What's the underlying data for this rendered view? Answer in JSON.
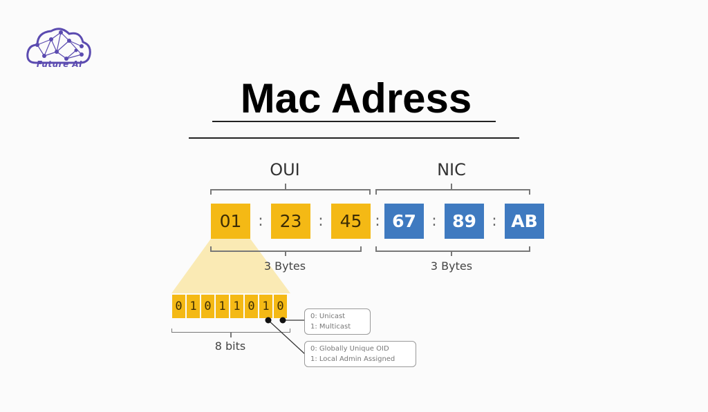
{
  "brand": {
    "logo_text": "Future AI",
    "logo_icon": "cloud-network-icon",
    "color": "#5b4bb0"
  },
  "title": "Mac Adress",
  "diagram": {
    "oui": {
      "label": "OUI",
      "bytes": [
        "01",
        "23",
        "45"
      ],
      "size_label": "3 Bytes",
      "color": "#f4b915"
    },
    "nic": {
      "label": "NIC",
      "bytes": [
        "67",
        "89",
        "AB"
      ],
      "size_label": "3 Bytes",
      "color": "#3f7ac0"
    },
    "separator": ":",
    "first_byte_bits": {
      "bits": [
        "0",
        "1",
        "0",
        "1",
        "1",
        "0",
        "1",
        "0"
      ],
      "size_label": "8 bits"
    },
    "legends": [
      {
        "lines": [
          "0: Unicast",
          "1: Multicast"
        ]
      },
      {
        "lines": [
          "0: Globally Unique OID",
          "1: Local Admin Assigned"
        ]
      }
    ]
  }
}
